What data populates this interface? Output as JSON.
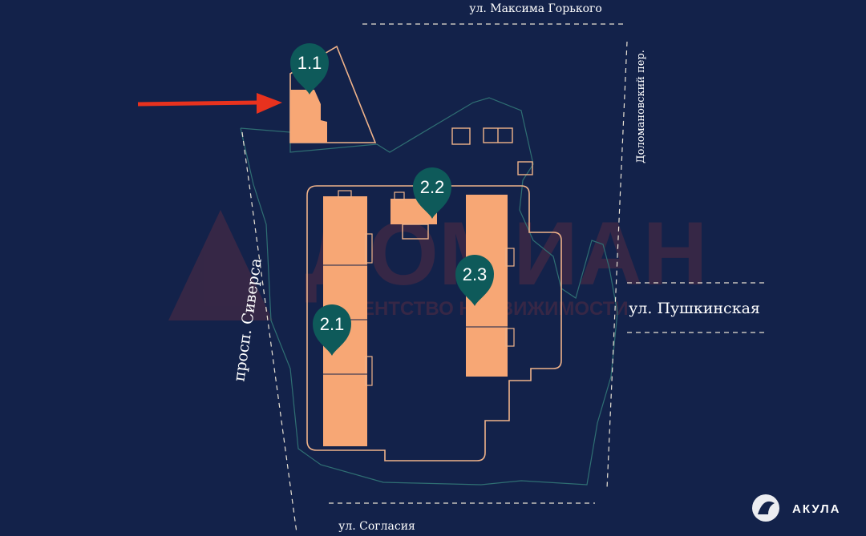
{
  "streets": {
    "north": "ул. Максима Горького",
    "east_lane": "Доломановский пер.",
    "east": "ул. Пушкинская",
    "west": "просп. Сиверса",
    "south": "ул. Согласия"
  },
  "markers": [
    {
      "label": "1.1"
    },
    {
      "label": "2.2"
    },
    {
      "label": "2.3"
    },
    {
      "label": "2.1"
    }
  ],
  "watermark": {
    "word": "ДОМИАН",
    "tagline": "АГЕНТСТВО НЕДВИЖИМОСТИ"
  },
  "brand": {
    "name": "АКУЛА",
    "icon": "shark-logo-icon"
  },
  "colors": {
    "background": "#13224a",
    "building": "#f7a775",
    "outline": "#f0b38a",
    "marker": "#0e5a5a",
    "arrow": "#e8321e",
    "boundary": "#2f6f73"
  }
}
